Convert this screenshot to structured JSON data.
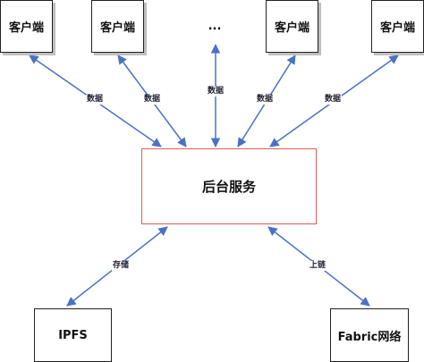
{
  "clients": [
    "客户端",
    "客户端",
    "客户端",
    "客户端"
  ],
  "ellipsis": "...",
  "server": "后台服务",
  "ipfs": "IPFS",
  "fabric": "Fabric网络",
  "edge_labels": {
    "client1": "数据",
    "client2": "数据",
    "middle": "数据",
    "client3": "数据",
    "client4": "数据",
    "ipfs": "存储",
    "fabric": "上链"
  },
  "colors": {
    "arrow": "#4a72c4",
    "server_border": "#e05a5a"
  }
}
